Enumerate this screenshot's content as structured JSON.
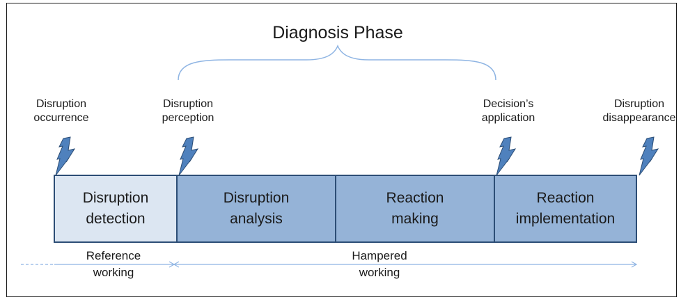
{
  "title": "Diagnosis Phase",
  "events": [
    {
      "line1": "Disruption",
      "line2": "occurrence"
    },
    {
      "line1": "Disruption",
      "line2": "perception"
    },
    {
      "line1": "Decision’s",
      "line2": "application"
    },
    {
      "line1": "Disruption",
      "line2": "disappearance"
    }
  ],
  "phases": [
    {
      "line1": "Disruption",
      "line2": "detection"
    },
    {
      "line1": "Disruption",
      "line2": "analysis"
    },
    {
      "line1": "Reaction",
      "line2": "making"
    },
    {
      "line1": "Reaction",
      "line2": "implementation"
    }
  ],
  "working": [
    {
      "line1": "Reference",
      "line2": "working"
    },
    {
      "line1": "Hampered",
      "line2": "working"
    }
  ],
  "colors": {
    "detection_fill": "#dce6f2",
    "phase_fill": "#95b3d7",
    "border": "#2c4d75",
    "bolt": "#4f81bd",
    "bracket": "#8eb4e3",
    "arrow": "#8eb4e3"
  }
}
